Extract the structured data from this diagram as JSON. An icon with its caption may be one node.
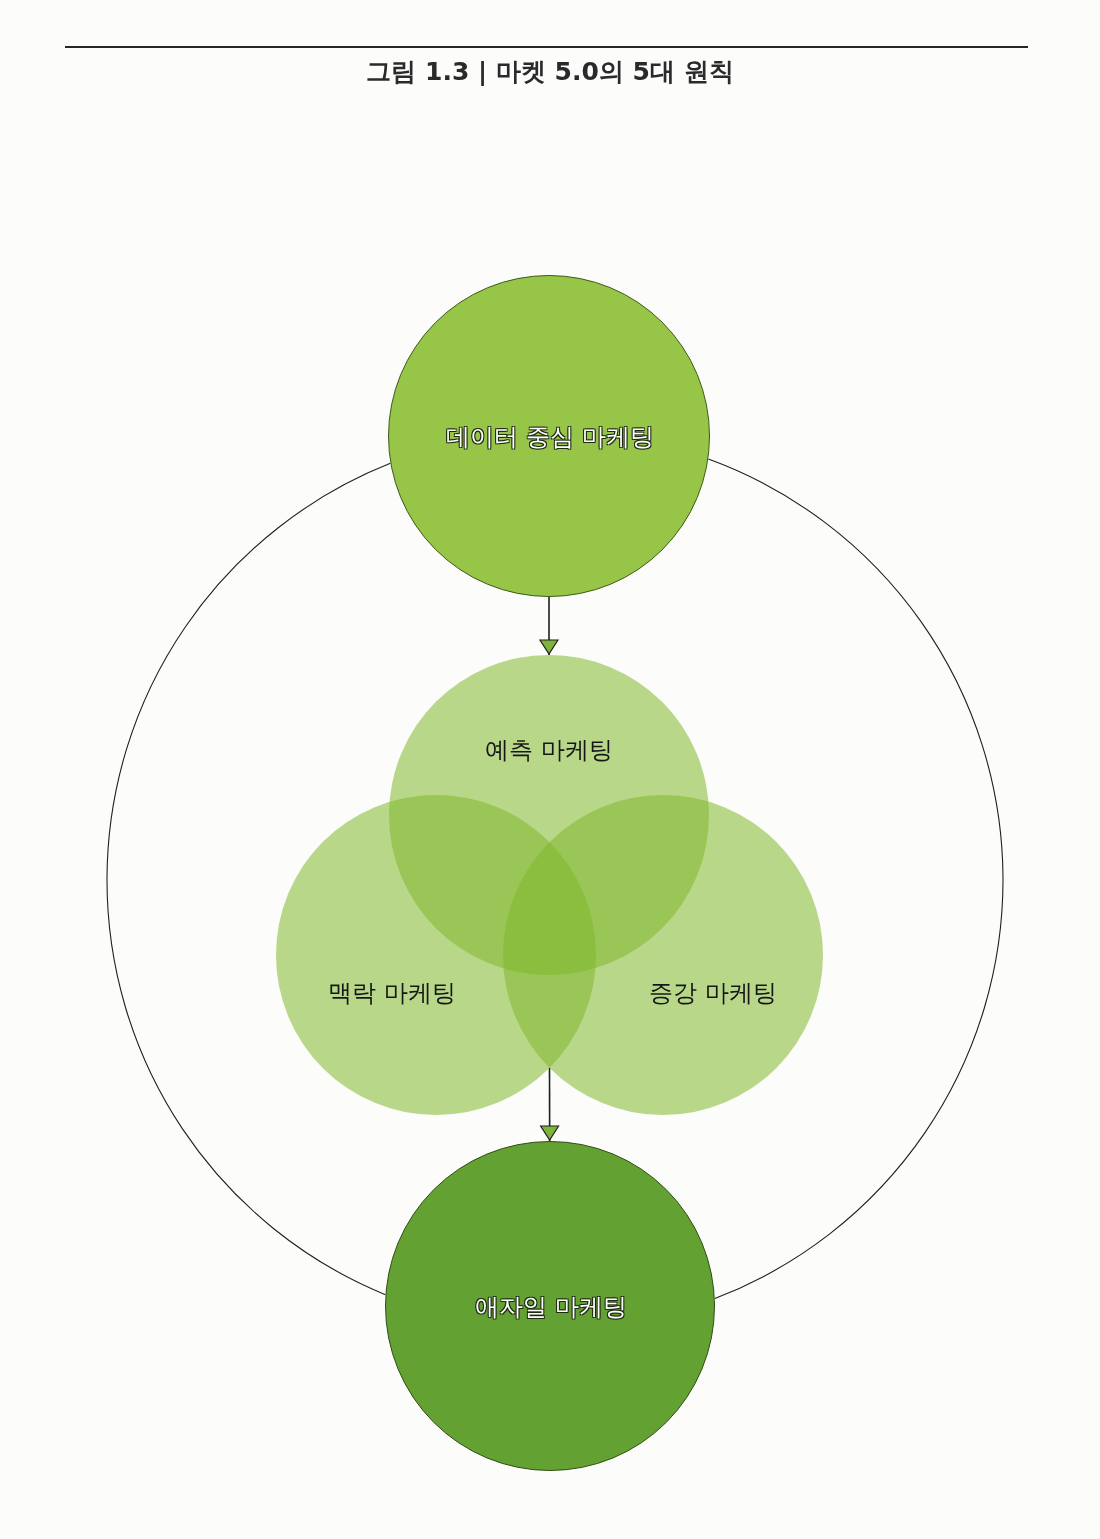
{
  "diagram": {
    "title": "그림 1.3 | 마켓 5.0의 5대 원칙",
    "nodes": [
      {
        "text": [
          "데이터 중심 마케팅"
        ]
      },
      {
        "text": [
          "예측 마케팅"
        ]
      },
      {
        "text": [
          "맥락 마케팅"
        ]
      },
      {
        "text": [
          "증강 마케팅"
        ]
      },
      {
        "text": [
          "애자일 마케팅"
        ]
      }
    ],
    "edges": [
      {
        "from": 0,
        "to": 1,
        "arrow": "to"
      },
      {
        "from": 2,
        "to": 4,
        "arrow": "to"
      },
      {
        "from": 3,
        "to": 4,
        "arrow": "to"
      },
      {
        "from": 0,
        "to": 4,
        "arrow": "none"
      },
      {
        "from": 0,
        "to": 4,
        "arrow": "none"
      }
    ]
  }
}
